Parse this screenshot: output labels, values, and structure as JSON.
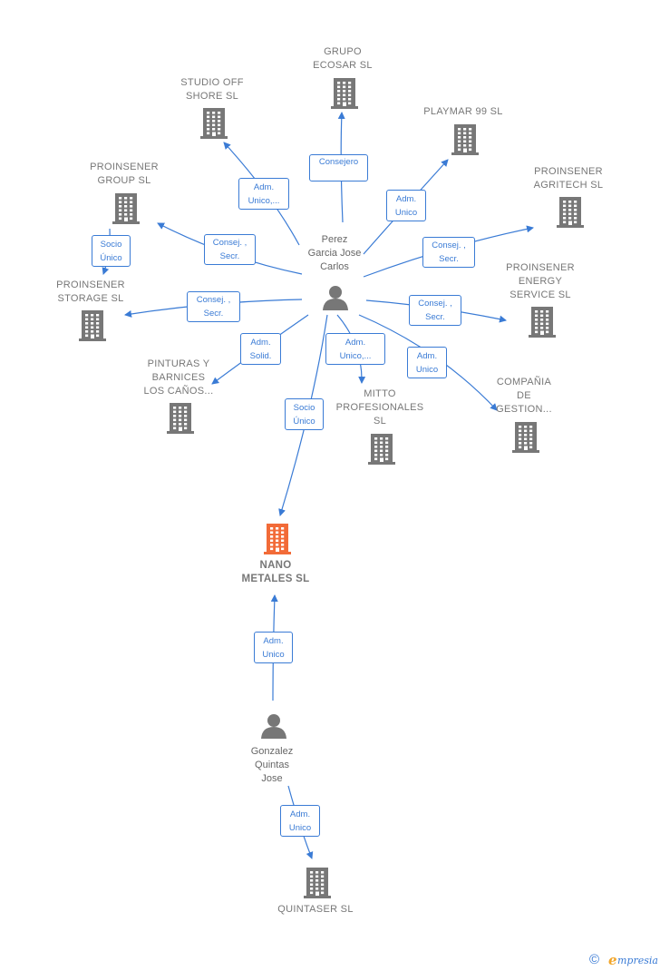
{
  "colors": {
    "edge": "#3a7bd5",
    "building": "#777777",
    "building_focus": "#f26b38",
    "person": "#777777",
    "brand_e": "#f2a62a"
  },
  "companies": [
    {
      "id": "grupo-ecosar",
      "name": "GRUPO\nECOSAR SL"
    },
    {
      "id": "studio-off-shore",
      "name": "STUDIO OFF\nSHORE SL"
    },
    {
      "id": "playmar-99",
      "name": "PLAYMAR 99 SL"
    },
    {
      "id": "proinsener-group",
      "name": "PROINSENER\nGROUP  SL"
    },
    {
      "id": "proinsener-agritech",
      "name": "PROINSENER\nAGRITECH  SL"
    },
    {
      "id": "proinsener-storage",
      "name": "PROINSENER\nSTORAGE  SL"
    },
    {
      "id": "proinsener-energy",
      "name": "PROINSENER\nENERGY\nSERVICE  SL"
    },
    {
      "id": "pinturas-barnices",
      "name": "PINTURAS Y\nBARNICES\nLOS CAÑOS..."
    },
    {
      "id": "mitto-profesionales",
      "name": "MITTO\nPROFESIONALES\nSL"
    },
    {
      "id": "compania-gestion",
      "name": "COMPAÑIA\nDE\nGESTION..."
    },
    {
      "id": "nano-metales",
      "name": "NANO\nMETALES  SL",
      "focus": true
    },
    {
      "id": "quintaser",
      "name": "QUINTASER  SL"
    }
  ],
  "persons": [
    {
      "id": "perez-garcia",
      "name": "Perez\nGarcia Jose\nCarlos"
    },
    {
      "id": "gonzalez-quintas",
      "name": "Gonzalez\nQuintas\nJose"
    }
  ],
  "edges": [
    {
      "id": "e-ecosar",
      "label": "Consejero"
    },
    {
      "id": "e-studio",
      "label": "Adm.\nUnico,..."
    },
    {
      "id": "e-playmar",
      "label": "Adm.\nUnico"
    },
    {
      "id": "e-group-storage",
      "label": "Socio\nÚnico"
    },
    {
      "id": "e-group",
      "label": "Consej. ,\nSecr."
    },
    {
      "id": "e-agritech",
      "label": "Consej. ,\nSecr."
    },
    {
      "id": "e-storage",
      "label": "Consej. ,\nSecr."
    },
    {
      "id": "e-energy",
      "label": "Consej. ,\nSecr."
    },
    {
      "id": "e-pinturas",
      "label": "Adm.\nSolid."
    },
    {
      "id": "e-mitto",
      "label": "Adm.\nUnico,..."
    },
    {
      "id": "e-compania",
      "label": "Adm.\nUnico"
    },
    {
      "id": "e-nano-perez",
      "label": "Socio\nÚnico"
    },
    {
      "id": "e-nano-gonzalez",
      "label": "Adm.\nUnico"
    },
    {
      "id": "e-quintaser",
      "label": "Adm.\nUnico"
    }
  ],
  "footer": {
    "copyright": "©",
    "brand_e": "e",
    "brand_rest": "mpresia"
  }
}
